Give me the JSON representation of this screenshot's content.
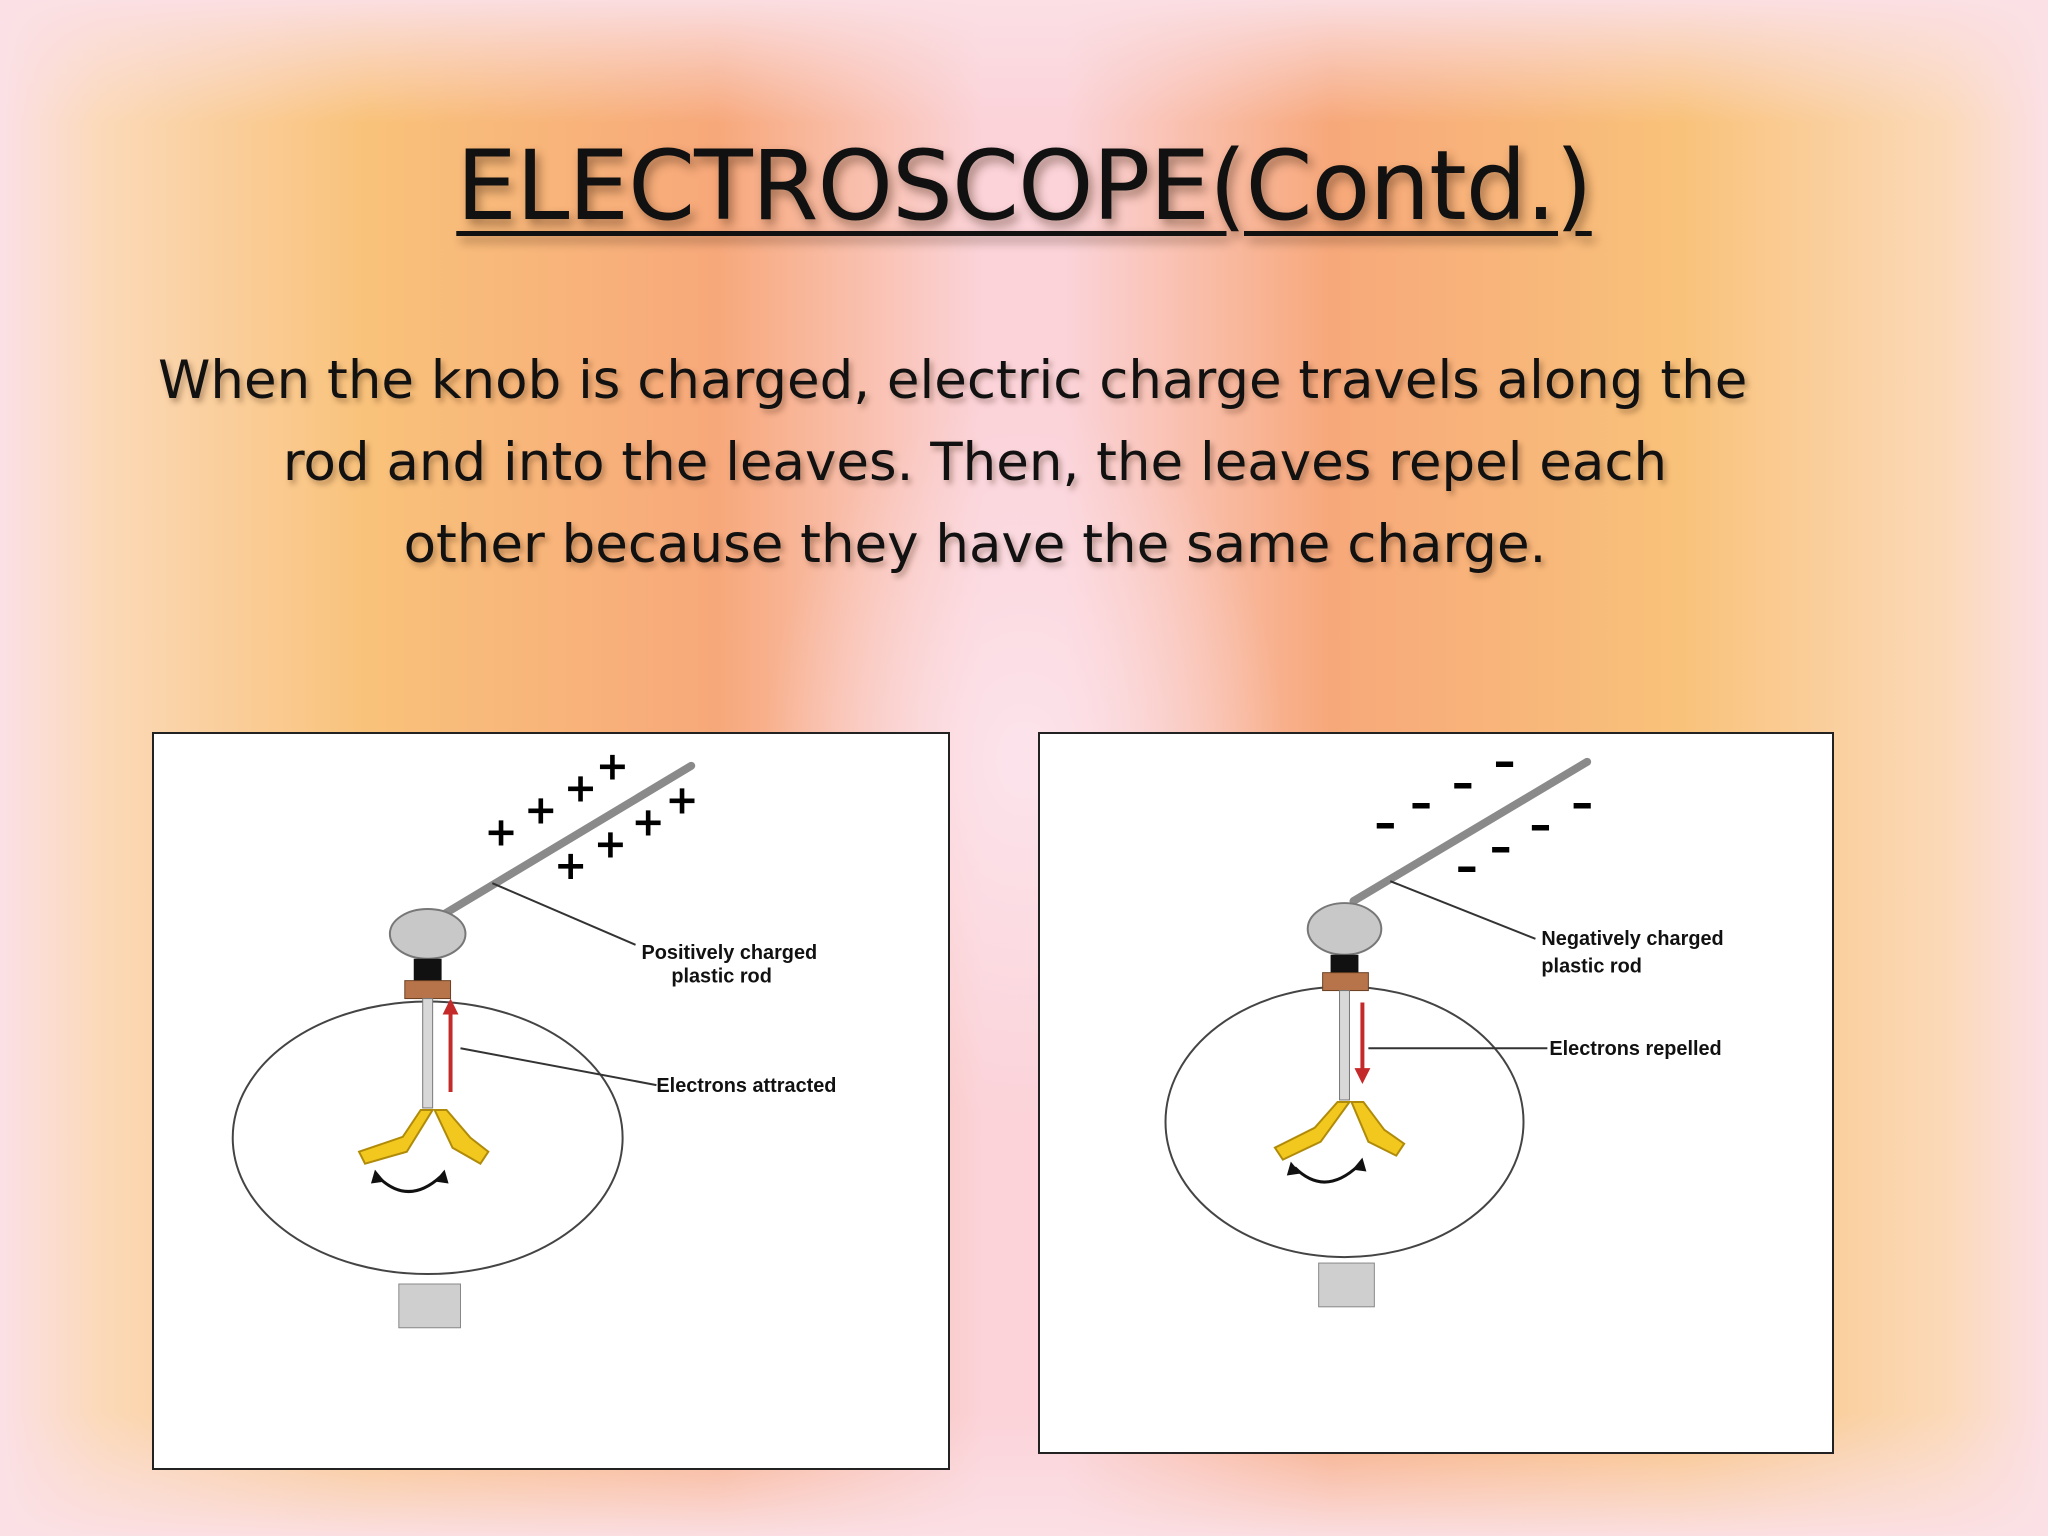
{
  "slide": {
    "title": "ELECTROSCOPE(Contd.)",
    "body_line1": "When the knob is charged, electric charge travels along the",
    "body_line2": "rod and into the leaves. Then, the leaves repel each",
    "body_line3": "other because they have the same charge."
  },
  "diagram_left": {
    "rod_label_line1": "Positively charged",
    "rod_label_line2": "plastic rod",
    "electron_label": "Electrons attracted",
    "charge_sign": "+",
    "arrow_direction": "up"
  },
  "diagram_right": {
    "rod_label_line1": "Negatively charged",
    "rod_label_line2": "plastic rod",
    "electron_label": "Electrons repelled",
    "charge_sign": "–",
    "arrow_direction": "down"
  },
  "colors": {
    "leaf": "#f2c81e",
    "arrow": "#c42a2a",
    "knob": "#c8c8c8",
    "rod": "#8a8a8a",
    "collar": "#b7744a"
  }
}
